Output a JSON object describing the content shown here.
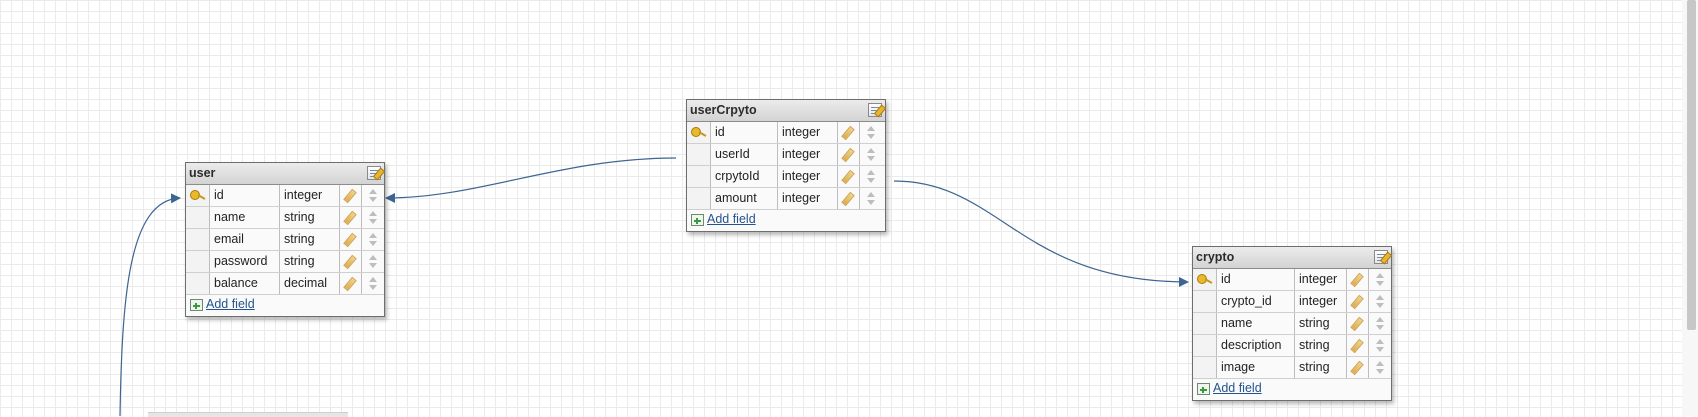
{
  "diagram": {
    "tables": [
      {
        "name": "user",
        "fields": [
          {
            "name": "id",
            "type": "integer",
            "primary_key": true
          },
          {
            "name": "name",
            "type": "string",
            "primary_key": false
          },
          {
            "name": "email",
            "type": "string",
            "primary_key": false
          },
          {
            "name": "password",
            "type": "string",
            "primary_key": false
          },
          {
            "name": "balance",
            "type": "decimal",
            "primary_key": false
          }
        ],
        "add_field_label": "Add field"
      },
      {
        "name": "userCrpyto",
        "fields": [
          {
            "name": "id",
            "type": "integer",
            "primary_key": true
          },
          {
            "name": "userId",
            "type": "integer",
            "primary_key": false
          },
          {
            "name": "crpytoId",
            "type": "integer",
            "primary_key": false
          },
          {
            "name": "amount",
            "type": "integer",
            "primary_key": false
          }
        ],
        "add_field_label": "Add field"
      },
      {
        "name": "crypto",
        "fields": [
          {
            "name": "id",
            "type": "integer",
            "primary_key": true
          },
          {
            "name": "crypto_id",
            "type": "integer",
            "primary_key": false
          },
          {
            "name": "name",
            "type": "string",
            "primary_key": false
          },
          {
            "name": "description",
            "type": "string",
            "primary_key": false
          },
          {
            "name": "image",
            "type": "string",
            "primary_key": false
          }
        ],
        "add_field_label": "Add field"
      }
    ],
    "relations": [
      {
        "from": "userCrpyto.userId",
        "to": "user.id"
      },
      {
        "from": "userCrpyto.crpytoId",
        "to": "crypto.id"
      }
    ],
    "colors": {
      "connector": "#3d6591",
      "grid": "#ebebeb",
      "link": "#24548f"
    },
    "icons": {
      "primary_key": "key-icon",
      "table_edit": "table-edit-icon",
      "field_edit": "pencil-icon",
      "field_reorder": "sort-arrows-icon",
      "add_field": "add-field-icon"
    }
  }
}
